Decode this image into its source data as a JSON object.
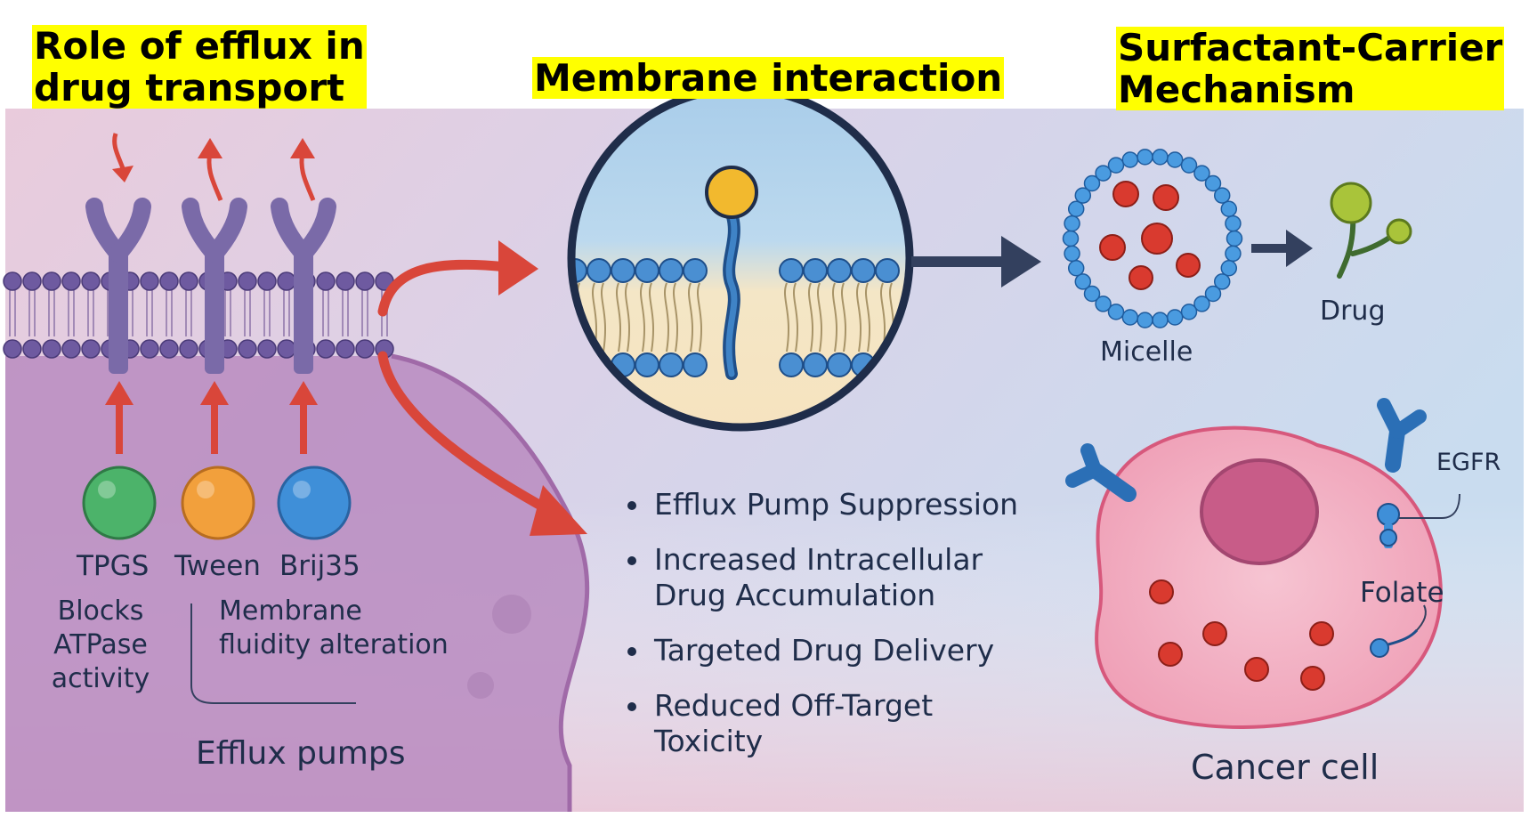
{
  "headings": {
    "efflux_line1": "Role of efflux in",
    "efflux_line2": "drug transport",
    "membrane": "Membrane interaction",
    "carrier_line1": "Surfactant-Carrier",
    "carrier_line2": "Mechanism"
  },
  "surfactants": [
    {
      "name": "TPGS",
      "color": "#4cb36a"
    },
    {
      "name": "Tween",
      "color": "#f2a03c"
    },
    {
      "name": "Brij35",
      "color": "#3f8fd8"
    }
  ],
  "notes": {
    "blocks_l1": "Blocks",
    "blocks_l2": "ATPase",
    "blocks_l3": "activity",
    "fluid_l1": "Membrane",
    "fluid_l2": "fluidity alteration",
    "efflux_pumps": "Efflux pumps"
  },
  "bullets": [
    {
      "l1": "Efflux Pump Suppression",
      "l2": ""
    },
    {
      "l1": "Increased Intracellular",
      "l2": "Drug Accumulation"
    },
    {
      "l1": "Targeted Drug Delivery",
      "l2": ""
    },
    {
      "l1": "Reduced Off-Target",
      "l2": "Toxicity"
    }
  ],
  "labels": {
    "micelle": "Micelle",
    "drug": "Drug",
    "egfr": "EGFR",
    "folate": "Folate",
    "cancer_cell": "Cancer cell"
  },
  "colors": {
    "efflux_arrow": "#d9463a",
    "flow_arrow": "#33405e",
    "receptor": "#7a6aa8",
    "lipid_head": "#4a8fd2",
    "cell_red": "#d93a2f",
    "highlight": "#ffff00"
  }
}
